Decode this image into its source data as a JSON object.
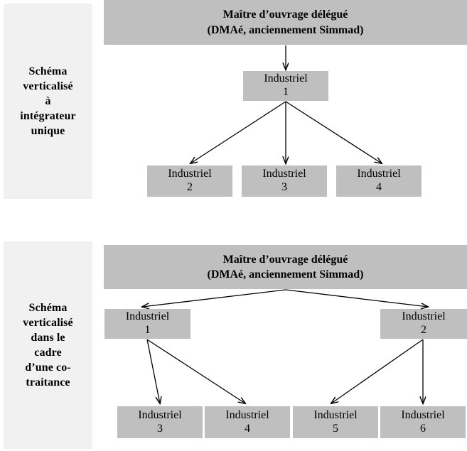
{
  "colors": {
    "box_fill": "#bfbfbf",
    "sidebar_fill": "#f1f1f1",
    "text": "#000000",
    "arrow": "#000000",
    "background": "#ffffff"
  },
  "diagrams": [
    {
      "id": "diagram-integrateur-unique",
      "caption": "Schéma\nverticalisé\nà\nintégrateur\nunique",
      "header": "Maître d’ouvrage délégué\n(DMAé, anciennement Simmad)",
      "nodes": [
        {
          "label": "Industriel",
          "index": "1"
        },
        {
          "label": "Industriel",
          "index": "2"
        },
        {
          "label": "Industriel",
          "index": "3"
        },
        {
          "label": "Industriel",
          "index": "4"
        }
      ]
    },
    {
      "id": "diagram-co-traitance",
      "caption": "Schéma\nverticalisé\ndans le\ncadre\nd’une co-\ntraitance",
      "header": "Maître d’ouvrage délégué\n(DMAé, anciennement Simmad)",
      "nodes": [
        {
          "label": "Industriel",
          "index": "1"
        },
        {
          "label": "Industriel",
          "index": "2"
        },
        {
          "label": "Industriel",
          "index": "3"
        },
        {
          "label": "Industriel",
          "index": "4"
        },
        {
          "label": "Industriel",
          "index": "5"
        },
        {
          "label": "Industriel",
          "index": "6"
        }
      ]
    }
  ]
}
